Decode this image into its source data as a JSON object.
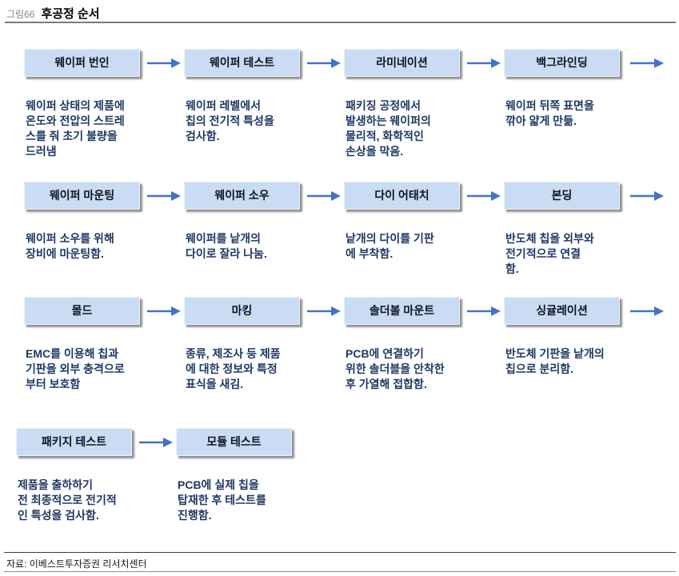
{
  "header": {
    "figure_label": "그림66",
    "title": "후공정 순서"
  },
  "colors": {
    "box_fill": "#C9DCF4",
    "arrow": "#4472C4",
    "title_text": "#0D1321",
    "desc_text": "#1F3864"
  },
  "flow": {
    "rows": [
      {
        "steps": [
          {
            "title": "웨이퍼 번인",
            "desc": "웨이퍼 상태의 제품에\n온도와 전압의 스트레\n스를 줘 초기 불량을\n드러냄"
          },
          {
            "title": "웨이퍼 테스트",
            "desc": "웨이퍼 레벨에서\n칩의 전기적 특성을\n검사함."
          },
          {
            "title": "라미네이션",
            "desc": "패키징 공정에서\n발생하는 웨이퍼의\n물리적, 화학적인\n손상을 막음."
          },
          {
            "title": "백그라인딩",
            "desc": "웨이퍼 뒤쪽 표면을\n깎아 얇게 만듦."
          }
        ]
      },
      {
        "steps": [
          {
            "title": "웨이퍼 마운팅",
            "desc": "웨이퍼 소우를 위해\n장비에 마운팅함."
          },
          {
            "title": "웨이퍼 소우",
            "desc": "웨이퍼를 낱개의\n다이로 잘라 나눔."
          },
          {
            "title": "다이 어태치",
            "desc": "낱개의 다이를 기판\n에 부착함."
          },
          {
            "title": "본딩",
            "desc": "반도체 칩을 외부와\n전기적으로 연결\n함."
          }
        ]
      },
      {
        "steps": [
          {
            "title": "몰드",
            "desc": "EMC를 이용해 칩과\n기판을 외부 충격으로\n부터 보호함"
          },
          {
            "title": "마킹",
            "desc": "종류, 제조사 등 제품\n에 대한 정보와 특정\n표식을 새김."
          },
          {
            "title": "솔더볼 마운트",
            "desc": "PCB에 연결하기\n위한 솔더블을 안착한\n후 가열해 접합함."
          },
          {
            "title": "싱귤레이션",
            "desc": "반도체 기판을 낱개의\n칩으로 분리함."
          }
        ]
      },
      {
        "steps": [
          {
            "title": "패키지 테스트",
            "desc": "제품을 출하하기\n전 최종적으로 전기적\n인 특성을 검사함."
          },
          {
            "title": "모듈 테스트",
            "desc": "PCB에 실제 칩을\n탑재한 후 테스트를\n진행함."
          }
        ]
      }
    ]
  },
  "footer": {
    "source": "자료: 이베스트투자증권 리서치센터"
  }
}
